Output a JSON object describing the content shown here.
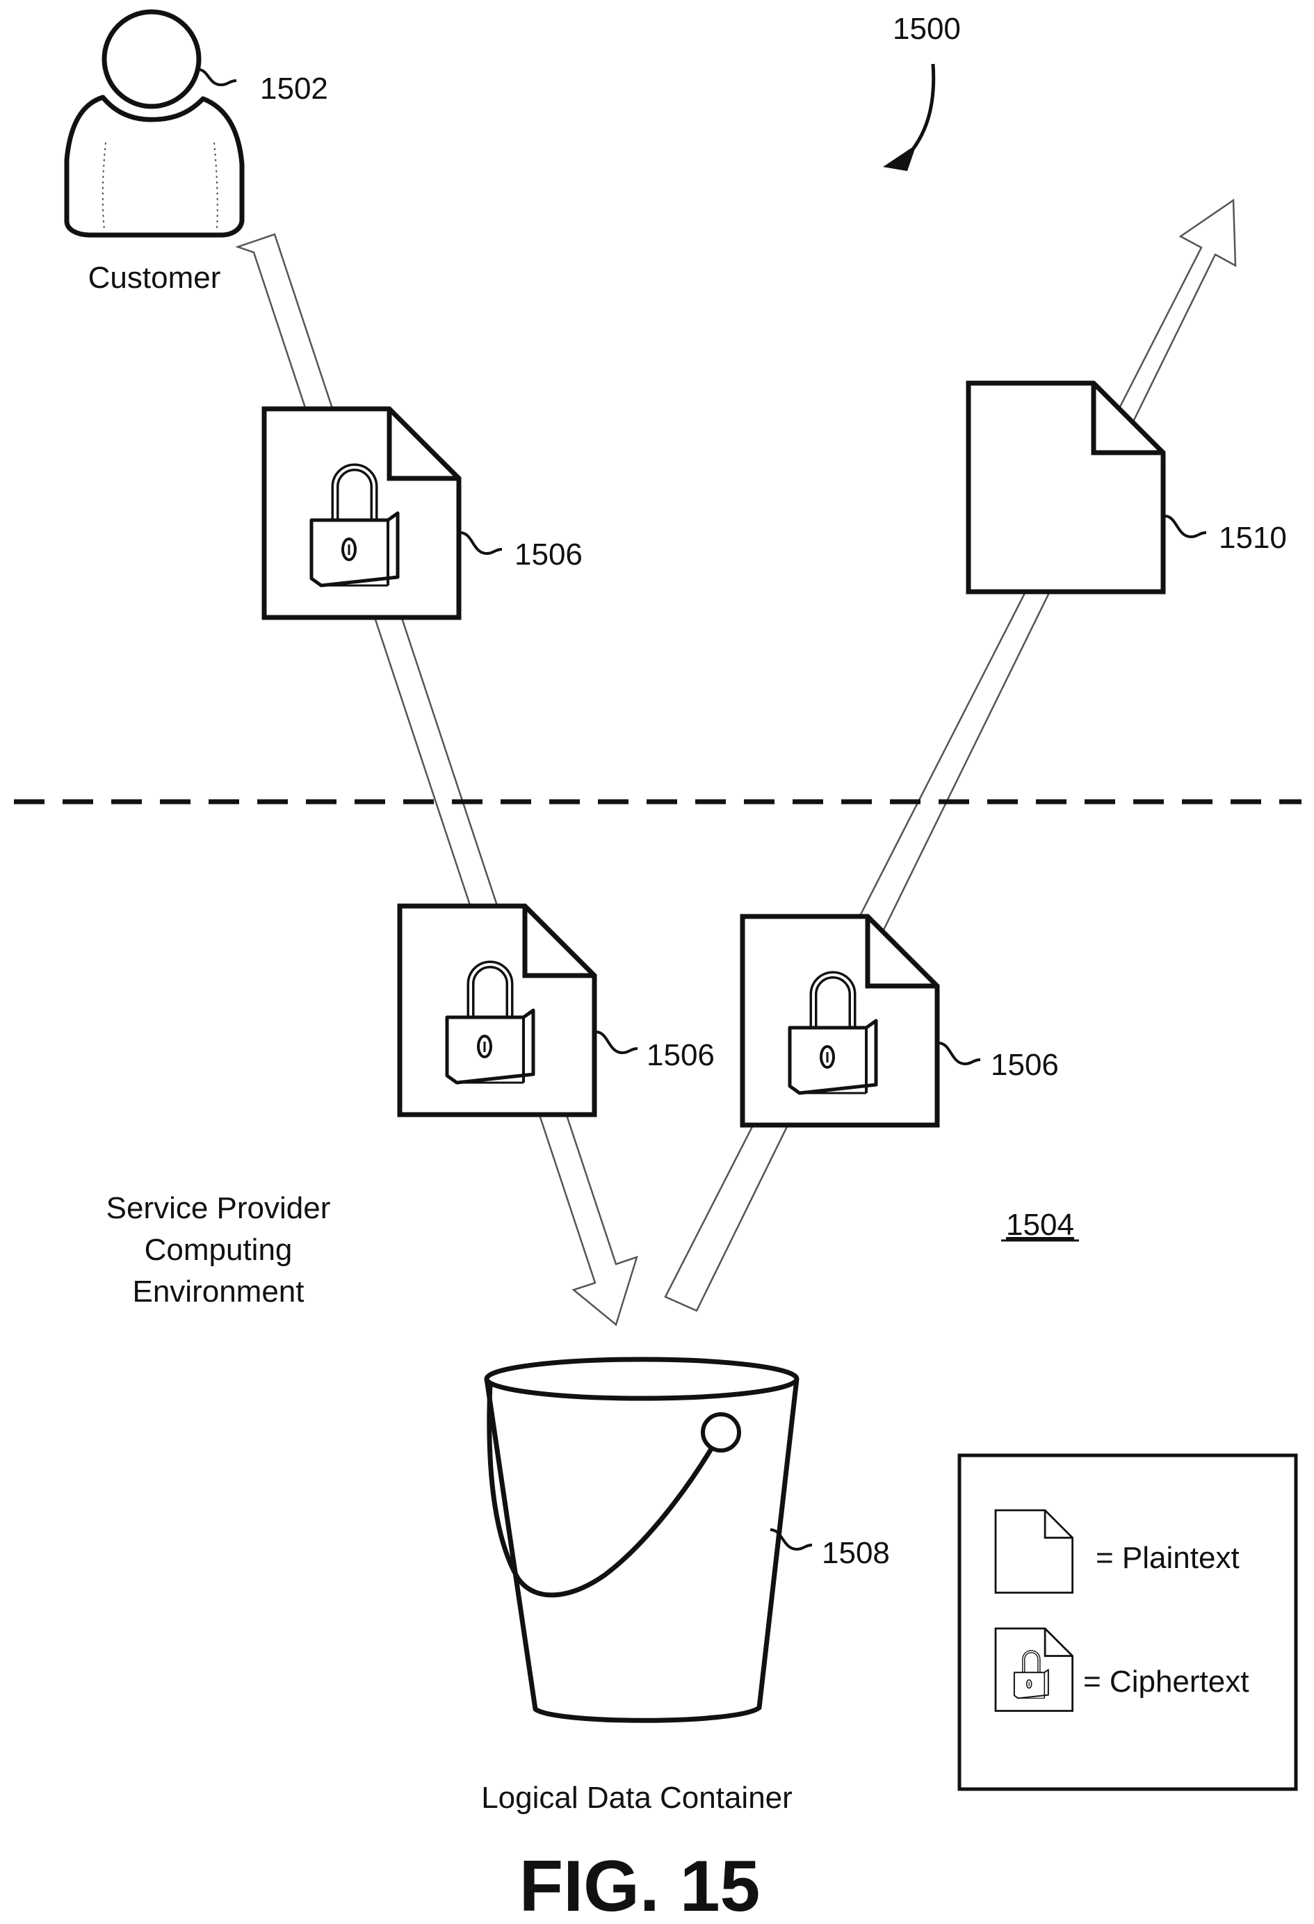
{
  "figure_number": "1500",
  "figure_caption": "FIG. 15",
  "customer": {
    "label": "Customer",
    "ref": "1502"
  },
  "environment": {
    "label_lines": [
      "Service Provider",
      "Computing",
      "Environment"
    ],
    "ref": "1504"
  },
  "documents": {
    "ciphertext_upload_top": {
      "ref": "1506"
    },
    "ciphertext_upload_bottom": {
      "ref": "1506"
    },
    "ciphertext_download": {
      "ref": "1506"
    },
    "plaintext_download": {
      "ref": "1510"
    }
  },
  "container": {
    "label": "Logical Data Container",
    "ref": "1508"
  },
  "legend": {
    "plaintext_label": "= Plaintext",
    "ciphertext_label": "= Ciphertext"
  }
}
